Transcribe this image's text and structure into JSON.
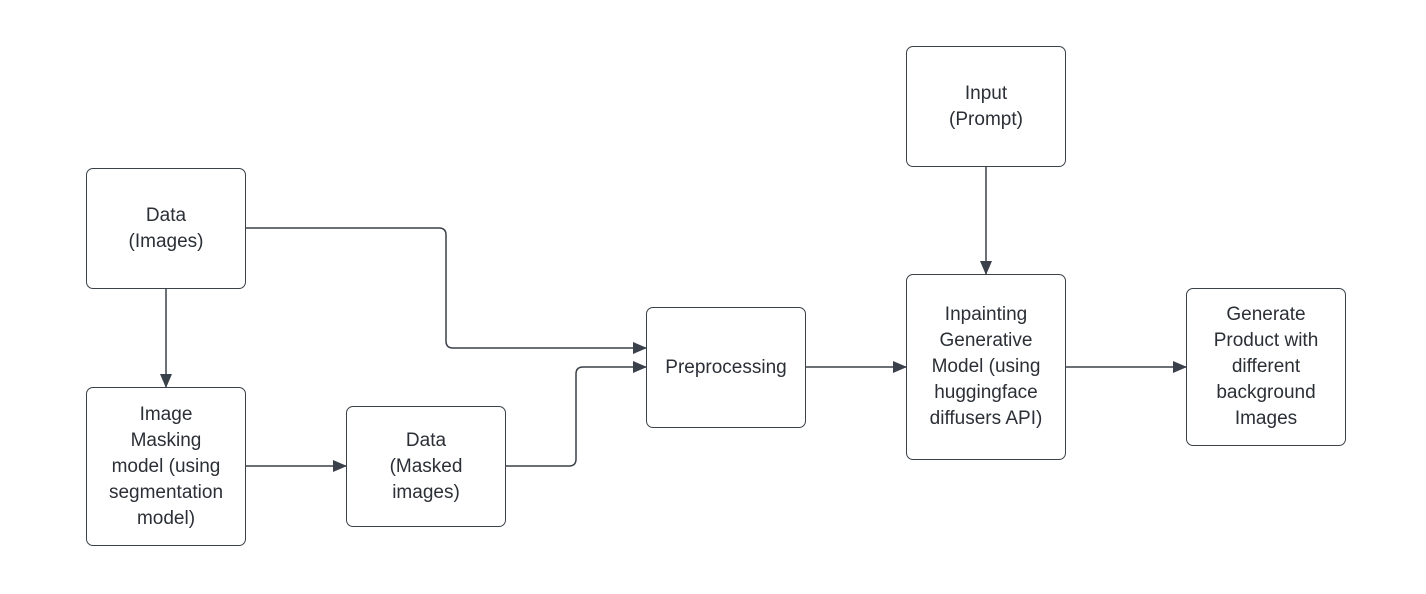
{
  "diagram": {
    "nodes": [
      {
        "id": "data-images",
        "label": "Data\n(Images)"
      },
      {
        "id": "image-masking",
        "label": "Image\nMasking\nmodel (using\nsegmentation\nmodel)"
      },
      {
        "id": "data-masked",
        "label": "Data\n(Masked\nimages)"
      },
      {
        "id": "preprocessing",
        "label": "Preprocessing"
      },
      {
        "id": "input-prompt",
        "label": "Input\n(Prompt)"
      },
      {
        "id": "inpainting-model",
        "label": "Inpainting\nGenerative\nModel (using\nhuggingface\ndiffusers API)"
      },
      {
        "id": "generate-product",
        "label": "Generate\nProduct with\ndifferent\nbackground\nImages"
      }
    ],
    "edges": [
      {
        "from": "data-images",
        "to": "image-masking"
      },
      {
        "from": "data-images",
        "to": "preprocessing"
      },
      {
        "from": "image-masking",
        "to": "data-masked"
      },
      {
        "from": "data-masked",
        "to": "preprocessing"
      },
      {
        "from": "input-prompt",
        "to": "inpainting-model"
      },
      {
        "from": "preprocessing",
        "to": "inpainting-model"
      },
      {
        "from": "inpainting-model",
        "to": "generate-product"
      }
    ],
    "colors": {
      "stroke": "#3a414a",
      "text": "#2b2f36",
      "background": "#ffffff"
    }
  }
}
